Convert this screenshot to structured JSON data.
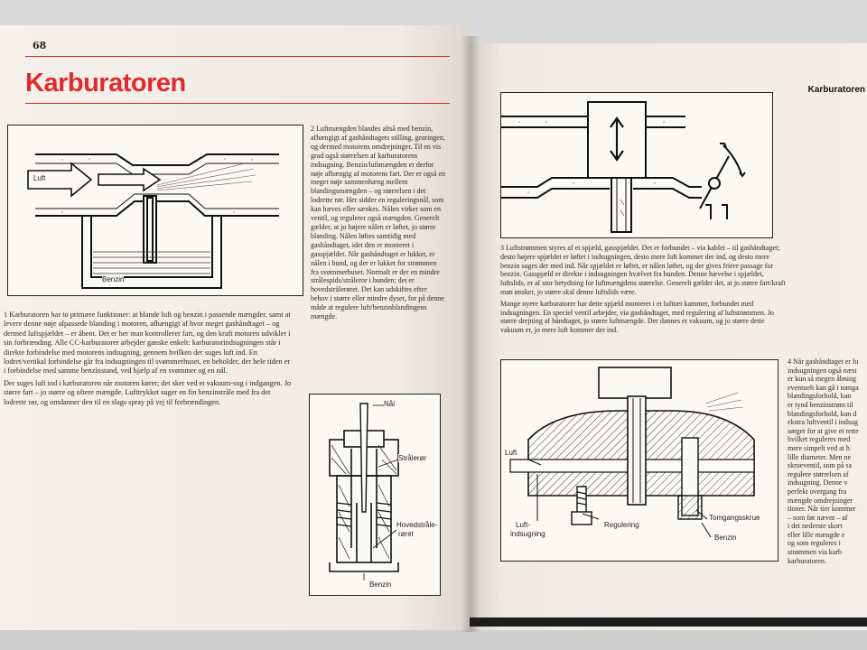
{
  "left_page": {
    "page_number": "68",
    "title": "Karburatoren",
    "figure1": {
      "label_luft": "Luft",
      "label_benzin": "Benzin"
    },
    "caption1": [
      "1 Karburatoren har to primære funktioner: at blande luft og benzin i passende mængder, samt at levere denne nøje afpassede blanding i motoren, afhængigt af hvor meget gashåndtaget – og dermed luftspjældet – er åbent. Det er her man kontrollerer fart, og den kraft motoren udvikler i sin forbrænding. Alle CC-karburatorer arbejder ganske enkelt: karburatorindsugningen står i direkte forbindelse med motorens indsugning, gennem hvilken der suges luft ind. En lodret/vertikal forbindelse går fra indsugningen til svømmerhuset, en beholder, der hele tiden er i forbindelse med samme benzinstand, ved hjælp af en svømmer og en nål.",
      "Der suges luft ind i karburatoren når motoren kører; det sker ved et vakuum-sug i indgangen. Jo større fart – jo større og oftere mængde. Lufttrykket suger en fin benzinstråle med fra det lodrette rør, og omdanner den til en slags spray på vej til forbrændingen."
    ],
    "caption2": "2 Luftmængden blandes altså med benzin, afhængigt af gashåndtagets stilling, gearingen, og dermed motorens omdrejninger. Til en vis grad også størrelsen af karburatorens indsugning. Benzin/luftmængden er derfor nøje afhængig af motorens fart. Der er også en meget nøje sammenhæng mellem blandingsmængden – og størrelsen i det lodrette rør. Her sidder en reguleringsnål, som kan hæves eller sænkes. Nålen virker som en ventil, og regulerer også mængden. Generelt gælder, at jo højere nålen er løftet, jo større blanding. Nålen løftes samtidig med gashåndtaget, idet den er monteret i gasspjældet. Når gashåndtaget er lukket, er nålen i bund, og der er lukket for strømmen fra svømmerhuset. Normalt er der en mindre strålespids/stråleror i bunden; det er hovedstrålerøret. Det kan udskiftes efter behov i større eller mindre dyser, for på denne måde at regulere luft/benzinblandingens mængde.",
    "figure2": {
      "label_naal": "Nål",
      "label_straaleror": "Strålerør",
      "label_hoved_1": "Hovedstråle-",
      "label_hoved_2": "røret",
      "label_benzin": "Benzin"
    }
  },
  "right_page": {
    "running_head": "Karburatoren",
    "caption3": "3 Luftstrømmen styres af et spjæld, gasspjældet. Det er forbundet – via kablet – til gashåndtaget; desto højere spjældet er løftet i indsugningen, desto mere luft kommer der ind, og desto mere benzin suges der med ind. Når spjældet er løftet, er nålen løftet, og der gives friere passage for benzin. Gasspjæld er direkte i indsugningen hvælvet fra bunden. Denne hævelse i spjældet, luftslids, er af stor betydning for luftmængdens størrelse. Generelt gælder det, at jo større fart/kraft man ønsker, jo større skal denne luftslids være.",
    "caption3b": "Mange nyere karburatorer har dette spjæld monteret i et lufttæt kammer, forbundet med indsugningen. En speciel ventil arbejder, via gashåndtaget, med regulering af luftstrømmen. Jo større drejning af håndtaget, jo større luftmængde. Der dannes et vakuum, og jo større dette vakuum er, jo mere luft kommer der ind.",
    "figure4": {
      "label_luft": "Luft",
      "label_luftindsugning_1": "Luft-",
      "label_luftindsugning_2": "indsugning",
      "label_regulering": "Regulering",
      "label_tomgangsskrue": "Tomgangsskrue",
      "label_benzin": "Benzin"
    },
    "caption4_lines": [
      "4 Når gashåndtaget er lu",
      "indsugningen også næst",
      "er kun så megen åbning",
      "eventuelt kan gå i tomga",
      "blandingsforhold, kan",
      "er tynd benzinstrøm til",
      "blandingsforhold, kan d",
      "ekstra luftventil i indsug",
      "sørger for at give et rette",
      "hvilket reguleres med",
      "mere simpelt ved at h",
      "lille diameter. Men ne",
      "skrueventil, som på sa",
      "regulere størrelsen af",
      "indsugning. Denne v",
      "perfekt overgang fra",
      "mængde omdrejninger",
      "tioner. Når tier kommer",
      "– som før nævnt – af",
      "i det nederste skort",
      "eller lille mængde e",
      "og som reguleres i",
      "strømmen via karb",
      "karburatoren."
    ]
  }
}
